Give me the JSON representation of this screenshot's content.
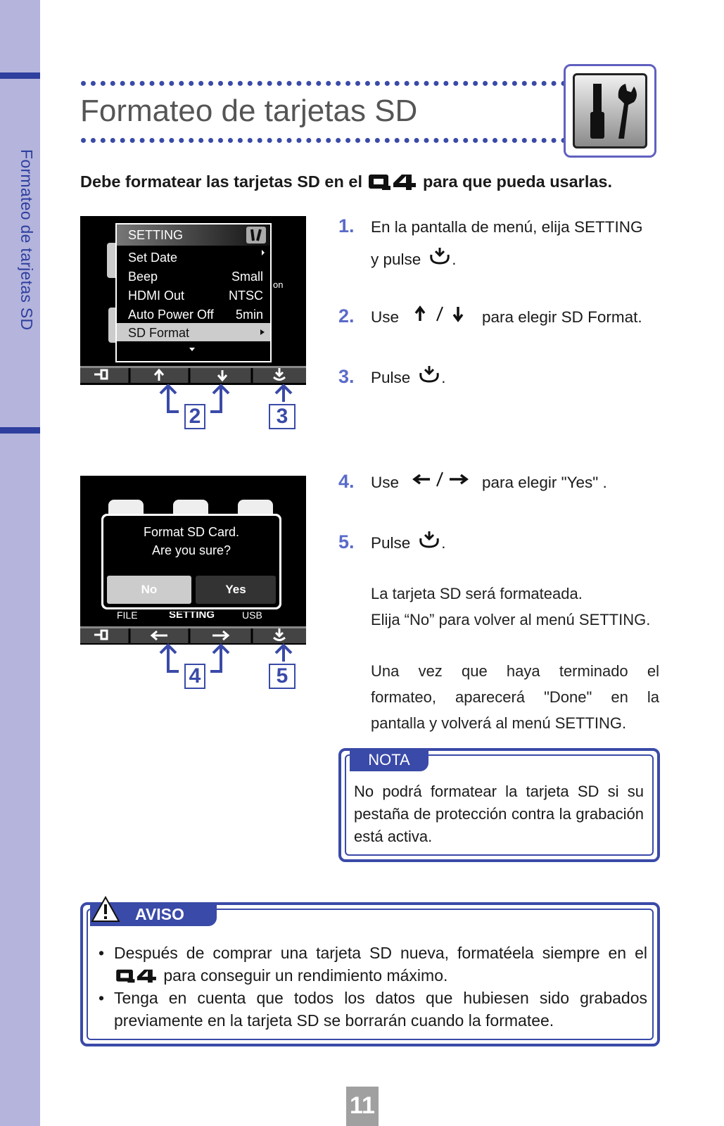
{
  "sidebar": {
    "label": "Formateo de tarjetas SD"
  },
  "header": {
    "title": "Formateo de tarjetas SD",
    "icon": "tools-icon"
  },
  "intro": {
    "before": "Debe formatear las tarjetas SD en el",
    "after": "para que pueda usarlas.",
    "product_logo": "Q4"
  },
  "screen1": {
    "menu_title": "SETTING",
    "rows": [
      {
        "label": "Set Date",
        "value": ""
      },
      {
        "label": "Beep",
        "value": "Small"
      },
      {
        "label": "HDMI Out",
        "value": "NTSC"
      },
      {
        "label": "Auto Power Off",
        "value": "5min"
      },
      {
        "label": "SD Format",
        "value": ""
      }
    ],
    "side_fragment": "on",
    "callout_a": "2",
    "callout_b": "3"
  },
  "screen2": {
    "dialog_line1": "Format SD Card.",
    "dialog_line2": "Are you sure?",
    "btn_no": "No",
    "btn_yes": "Yes",
    "under_left": "FILE",
    "under_mid": "SETTING",
    "under_right": "USB",
    "callout_a": "4",
    "callout_b": "5"
  },
  "steps": [
    {
      "num": "1.",
      "line1": "En la pantalla de menú, elija SETTING",
      "line2": "y pulse"
    },
    {
      "num": "2.",
      "text_a": "Use",
      "text_b": "para elegir SD Format."
    },
    {
      "num": "3.",
      "text_a": "Pulse"
    },
    {
      "num": "4.",
      "text_a": "Use",
      "text_b": "para elegir \"Yes\" ."
    },
    {
      "num": "5.",
      "text_a": "Pulse"
    }
  ],
  "after_step5": {
    "p1_line1": "La tarjeta SD será formateada.",
    "p1_line2": "Elija “No” para volver al menú SETTING.",
    "p2_line1": "Una vez que haya terminado el",
    "p2_line2": "formateo, aparecerá \"Done\" en la",
    "p2_line3": "pantalla y volverá al menú SETTING."
  },
  "nota": {
    "label": "NOTA",
    "text": "No podrá formatear la tarjeta SD si su pestaña de protección contra la grabación está activa."
  },
  "aviso": {
    "label": "AVISO",
    "item1_before": "Después de comprar una tarjeta SD nueva, formatéela siempre en el",
    "item1_after": "para conseguir un rendimiento máximo.",
    "item2": "Tenga en cuenta que todos los datos que hubiesen sido grabados previamente en la tarjeta SD se borrarán cuando la formatee."
  },
  "page_number": "11",
  "colors": {
    "accent": "#3a4aa8",
    "sidebar": "#b4b4dc",
    "step_number": "#5a6bc8"
  }
}
